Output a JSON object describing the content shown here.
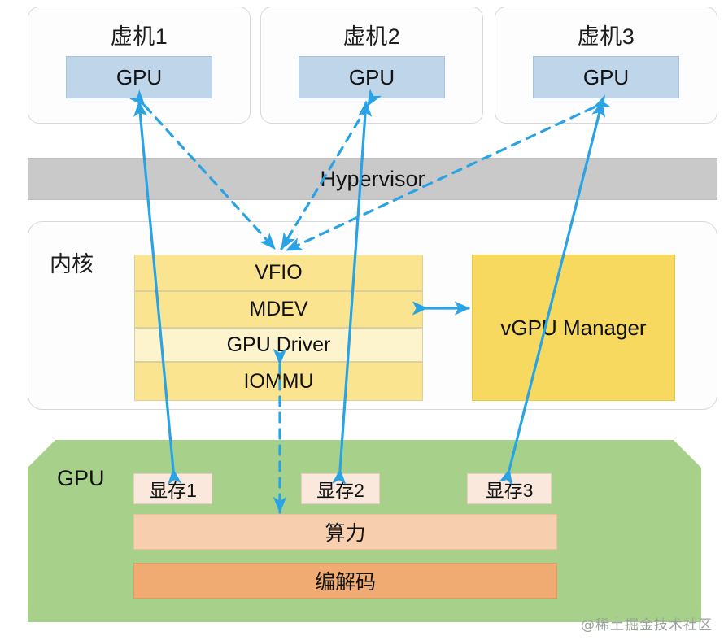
{
  "diagram": {
    "title": "GPU virtualization (vGPU) architecture",
    "colors": {
      "accent_arrow": "#29a3e3",
      "vm_gpu_fill": "#bed5ea",
      "hypervisor_fill": "#c9c9c9",
      "kernel_stack_fill": "#fae48f",
      "kernel_driver_fill": "#fdf3cd",
      "vgpu_manager_fill": "#f7d95f",
      "gpu_panel_fill": "#a7d18a",
      "vram_fill": "#fae8dc",
      "compute_fill": "#f8cfae",
      "codec_fill": "#f0ab72",
      "card_border": "#d8d8d8"
    }
  },
  "vms": [
    {
      "title": "虚机1",
      "gpu_label": "GPU"
    },
    {
      "title": "虚机2",
      "gpu_label": "GPU"
    },
    {
      "title": "虚机3",
      "gpu_label": "GPU"
    }
  ],
  "hypervisor": {
    "label": "Hypervisor"
  },
  "kernel": {
    "label": "内核",
    "stack": [
      {
        "label": "VFIO",
        "fill": "#fae48f"
      },
      {
        "label": "MDEV",
        "fill": "#fae48f"
      },
      {
        "label": "GPU Driver",
        "fill": "#fdf3cd"
      },
      {
        "label": "IOMMU",
        "fill": "#fae48f"
      }
    ],
    "manager": {
      "label": "vGPU Manager",
      "fill": "#f7d95f"
    }
  },
  "gpu": {
    "label": "GPU",
    "vram": [
      {
        "label": "显存1"
      },
      {
        "label": "显存2"
      },
      {
        "label": "显存3"
      }
    ],
    "compute": {
      "label": "算力"
    },
    "codec": {
      "label": "编解码"
    }
  },
  "watermark": {
    "text": "@稀土掘金技术社区"
  },
  "connections": [
    {
      "name": "vram1-to-vm1-gpu",
      "style": "solid",
      "heads": "both"
    },
    {
      "name": "vram2-to-vm2-gpu",
      "style": "solid",
      "heads": "both"
    },
    {
      "name": "vram3-to-vm3-gpu",
      "style": "solid",
      "heads": "both"
    },
    {
      "name": "vm1-gpu-to-vfio",
      "style": "dashed",
      "heads": "both"
    },
    {
      "name": "vm2-gpu-to-vfio",
      "style": "dashed",
      "heads": "both"
    },
    {
      "name": "vm3-gpu-to-vfio",
      "style": "dashed",
      "heads": "both"
    },
    {
      "name": "gpu-driver-to-compute",
      "style": "dashed",
      "heads": "both"
    },
    {
      "name": "mdev-to-vgpu-manager",
      "style": "solid",
      "heads": "both"
    }
  ]
}
